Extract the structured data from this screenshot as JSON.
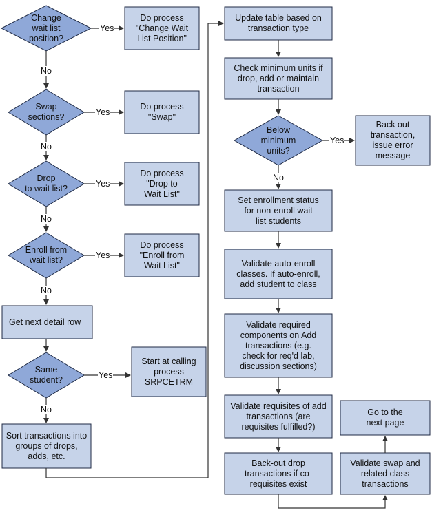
{
  "nodes": {
    "q_change": "Change\nwait list\nposition?",
    "p_change": "Do process\n\"Change Wait\nList Position\"",
    "q_swap": "Swap\nsections?",
    "p_swap": "Do process\n\"Swap\"",
    "q_drop": "Drop\nto wait list?",
    "p_drop": "Do process\n\"Drop to\nWait List\"",
    "q_enroll": "Enroll from\nwait list?",
    "p_enroll": "Do process\n\"Enroll from\nWait List\"",
    "next_row": "Get next detail row",
    "q_same": "Same\nstudent?",
    "p_same": "Start at calling\nprocess\nSRPCETRM",
    "sort": "Sort transactions into\ngroups of drops,\nadds, etc.",
    "update": "Update table based on\ntransaction type",
    "check_min": "Check minimum units if\ndrop, add or maintain\ntransaction",
    "q_below": "Below\nminimum\nunits?",
    "backout": "Back out\ntransaction,\nissue error\nmessage",
    "set_status": "Set enrollment status\nfor non-enroll wait\nlist students",
    "auto_enroll": "Validate auto-enroll\nclasses.  If auto-enroll,\nadd student to class",
    "components": "Validate required\ncomponents on Add\ntransactions (e.g.\ncheck for req'd lab,\ndiscussion sections)",
    "requisites": "Validate requisites of add\ntransactions (are\nrequisites fulfilled?)",
    "backout_drop": "Back-out drop\ntransactions if co-\nrequisites exist",
    "swap_related": "Validate swap and\nrelated class\ntransactions",
    "next_page": "Go to the\nnext page"
  },
  "edges": {
    "yes": "Yes",
    "no": "No"
  },
  "colors": {
    "box_fill": "#c6d3e9",
    "diamond_fill": "#8fa8d8",
    "stroke": "#1f2a44",
    "line": "#333333"
  }
}
